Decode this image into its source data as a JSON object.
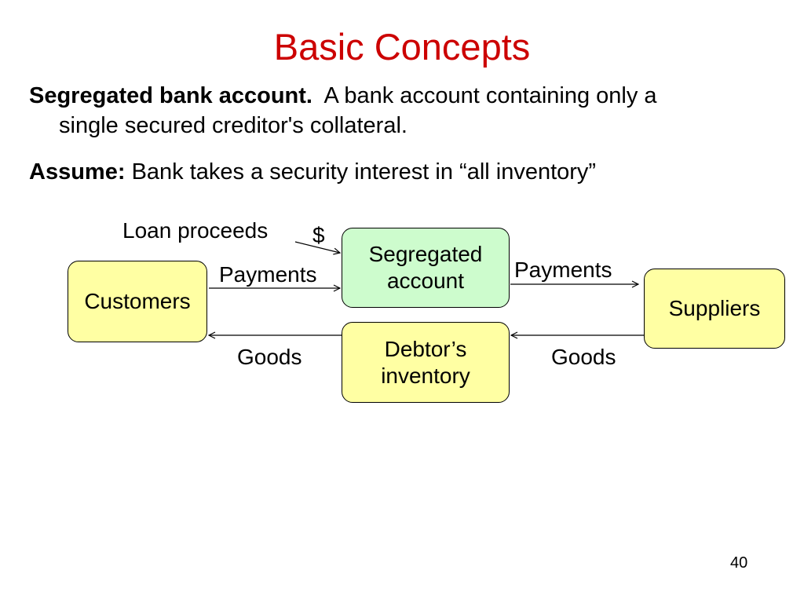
{
  "slide": {
    "title": "Basic Concepts",
    "definition": {
      "term": "Segregated bank account.",
      "text_line1": "A bank account containing only a",
      "text_line2": "single secured creditor's collateral."
    },
    "assumption": {
      "term": "Assume:",
      "text": "Bank takes a security interest in “all inventory”"
    },
    "page_number": "40"
  },
  "diagram": {
    "nodes": {
      "customers": "Customers",
      "segregated_line1": "Segregated",
      "segregated_line2": "account",
      "inventory_line1": "Debtor’s",
      "inventory_line2": "inventory",
      "suppliers": "Suppliers"
    },
    "edges": {
      "loan_proceeds": "Loan proceeds",
      "dollar": "$",
      "payments_in": "Payments",
      "payments_out": "Payments",
      "goods_to_customers": "Goods",
      "goods_from_suppliers": "Goods"
    },
    "colors": {
      "title": "#cc0000",
      "yellow_box": "#ffffa3",
      "green_box": "#cdfccd"
    }
  }
}
